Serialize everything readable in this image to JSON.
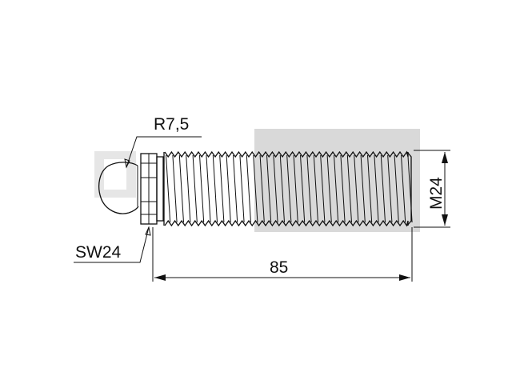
{
  "drawing": {
    "colors": {
      "line": "#111111",
      "watermark": "#d9d9d9",
      "background": "#ffffff"
    },
    "labels": {
      "radius": "R7,5",
      "hex_size": "SW24",
      "length": "85",
      "thread": "M24"
    }
  }
}
